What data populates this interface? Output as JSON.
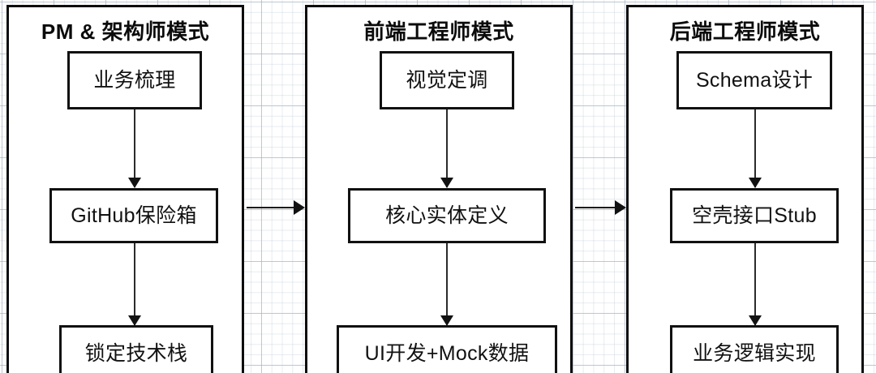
{
  "diagram": {
    "type": "flowchart",
    "background": "grid",
    "stroke_color": "#111111",
    "fill_color": "#ffffff",
    "lanes": [
      {
        "id": "pm-architect",
        "title": "PM & 架构师模式",
        "nodes": [
          {
            "id": "pm-n1",
            "label": "业务梳理"
          },
          {
            "id": "pm-n2",
            "label": "GitHub保险箱"
          },
          {
            "id": "pm-n3",
            "label": "锁定技术栈"
          }
        ],
        "vertical_arrows": [
          {
            "from": "pm-n1",
            "to": "pm-n2"
          },
          {
            "from": "pm-n2",
            "to": "pm-n3"
          }
        ]
      },
      {
        "id": "frontend-engineer",
        "title": "前端工程师模式",
        "nodes": [
          {
            "id": "fe-n1",
            "label": "视觉定调"
          },
          {
            "id": "fe-n2",
            "label": "核心实体定义"
          },
          {
            "id": "fe-n3",
            "label": "UI开发+Mock数据"
          }
        ],
        "vertical_arrows": [
          {
            "from": "fe-n1",
            "to": "fe-n2"
          },
          {
            "from": "fe-n2",
            "to": "fe-n3"
          }
        ]
      },
      {
        "id": "backend-engineer",
        "title": "后端工程师模式",
        "nodes": [
          {
            "id": "be-n1",
            "label": "Schema设计"
          },
          {
            "id": "be-n2",
            "label": "空壳接口Stub"
          },
          {
            "id": "be-n3",
            "label": "业务逻辑实现"
          }
        ],
        "vertical_arrows": [
          {
            "from": "be-n1",
            "to": "be-n2"
          },
          {
            "from": "be-n2",
            "to": "be-n3"
          }
        ]
      }
    ],
    "lane_arrows": [
      {
        "from": "pm-architect",
        "to": "frontend-engineer"
      },
      {
        "from": "frontend-engineer",
        "to": "backend-engineer"
      }
    ]
  }
}
